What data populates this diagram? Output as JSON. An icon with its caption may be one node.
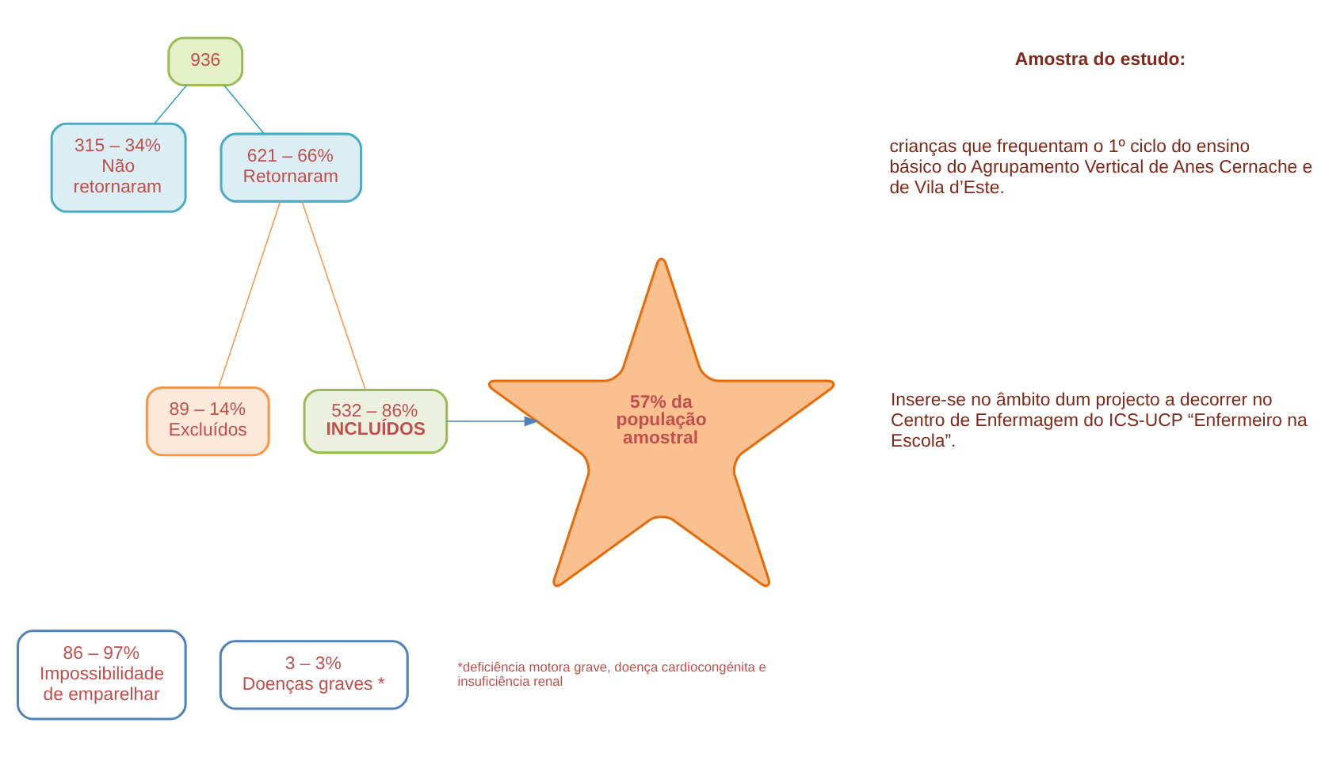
{
  "diagram": {
    "nodes": [
      {
        "text": [
          "936"
        ]
      },
      {
        "text": [
          "315 – 34%",
          "Não retornaram"
        ]
      },
      {
        "text": [
          "621 – 66%",
          "Retornaram"
        ]
      },
      {
        "text": [
          "89 – 14%",
          "Excluídos"
        ]
      },
      {
        "text": [
          "532 – 86%",
          "INCLUÍDOS"
        ]
      },
      {
        "text": [
          "86 – 97%",
          "Impossibilidade de emparelhar"
        ]
      },
      {
        "text": [
          "3 – 3%",
          "Doenças graves *"
        ]
      },
      {
        "text": [
          "57% da população amostral"
        ]
      }
    ],
    "edges": [
      {
        "from": 0,
        "to": 1,
        "arrow": "none",
        "color": "#31a0c0"
      },
      {
        "from": 0,
        "to": 2,
        "arrow": "none",
        "color": "#31a0c0"
      },
      {
        "from": 2,
        "to": 3,
        "arrow": "none",
        "color": "#f79646"
      },
      {
        "from": 2,
        "to": 4,
        "arrow": "none",
        "color": "#f79646"
      },
      {
        "from": 4,
        "to": 7,
        "arrow": "to",
        "color": "#4f81bd"
      }
    ],
    "labels": [
      "Amostra do estudo:",
      "crianças que frequentam o 1º ciclo do ensino básico do Agrupamento Vertical de Anes Cernache e de Vila d’Este.",
      "Insere-se no âmbito dum projecto a decorrer no Centro de Enfermagem do ICS-UCP “Enfermeiro na Escola”.",
      "*deficiência motora grave, doença cardiocongénita e insuficiência renal"
    ]
  }
}
